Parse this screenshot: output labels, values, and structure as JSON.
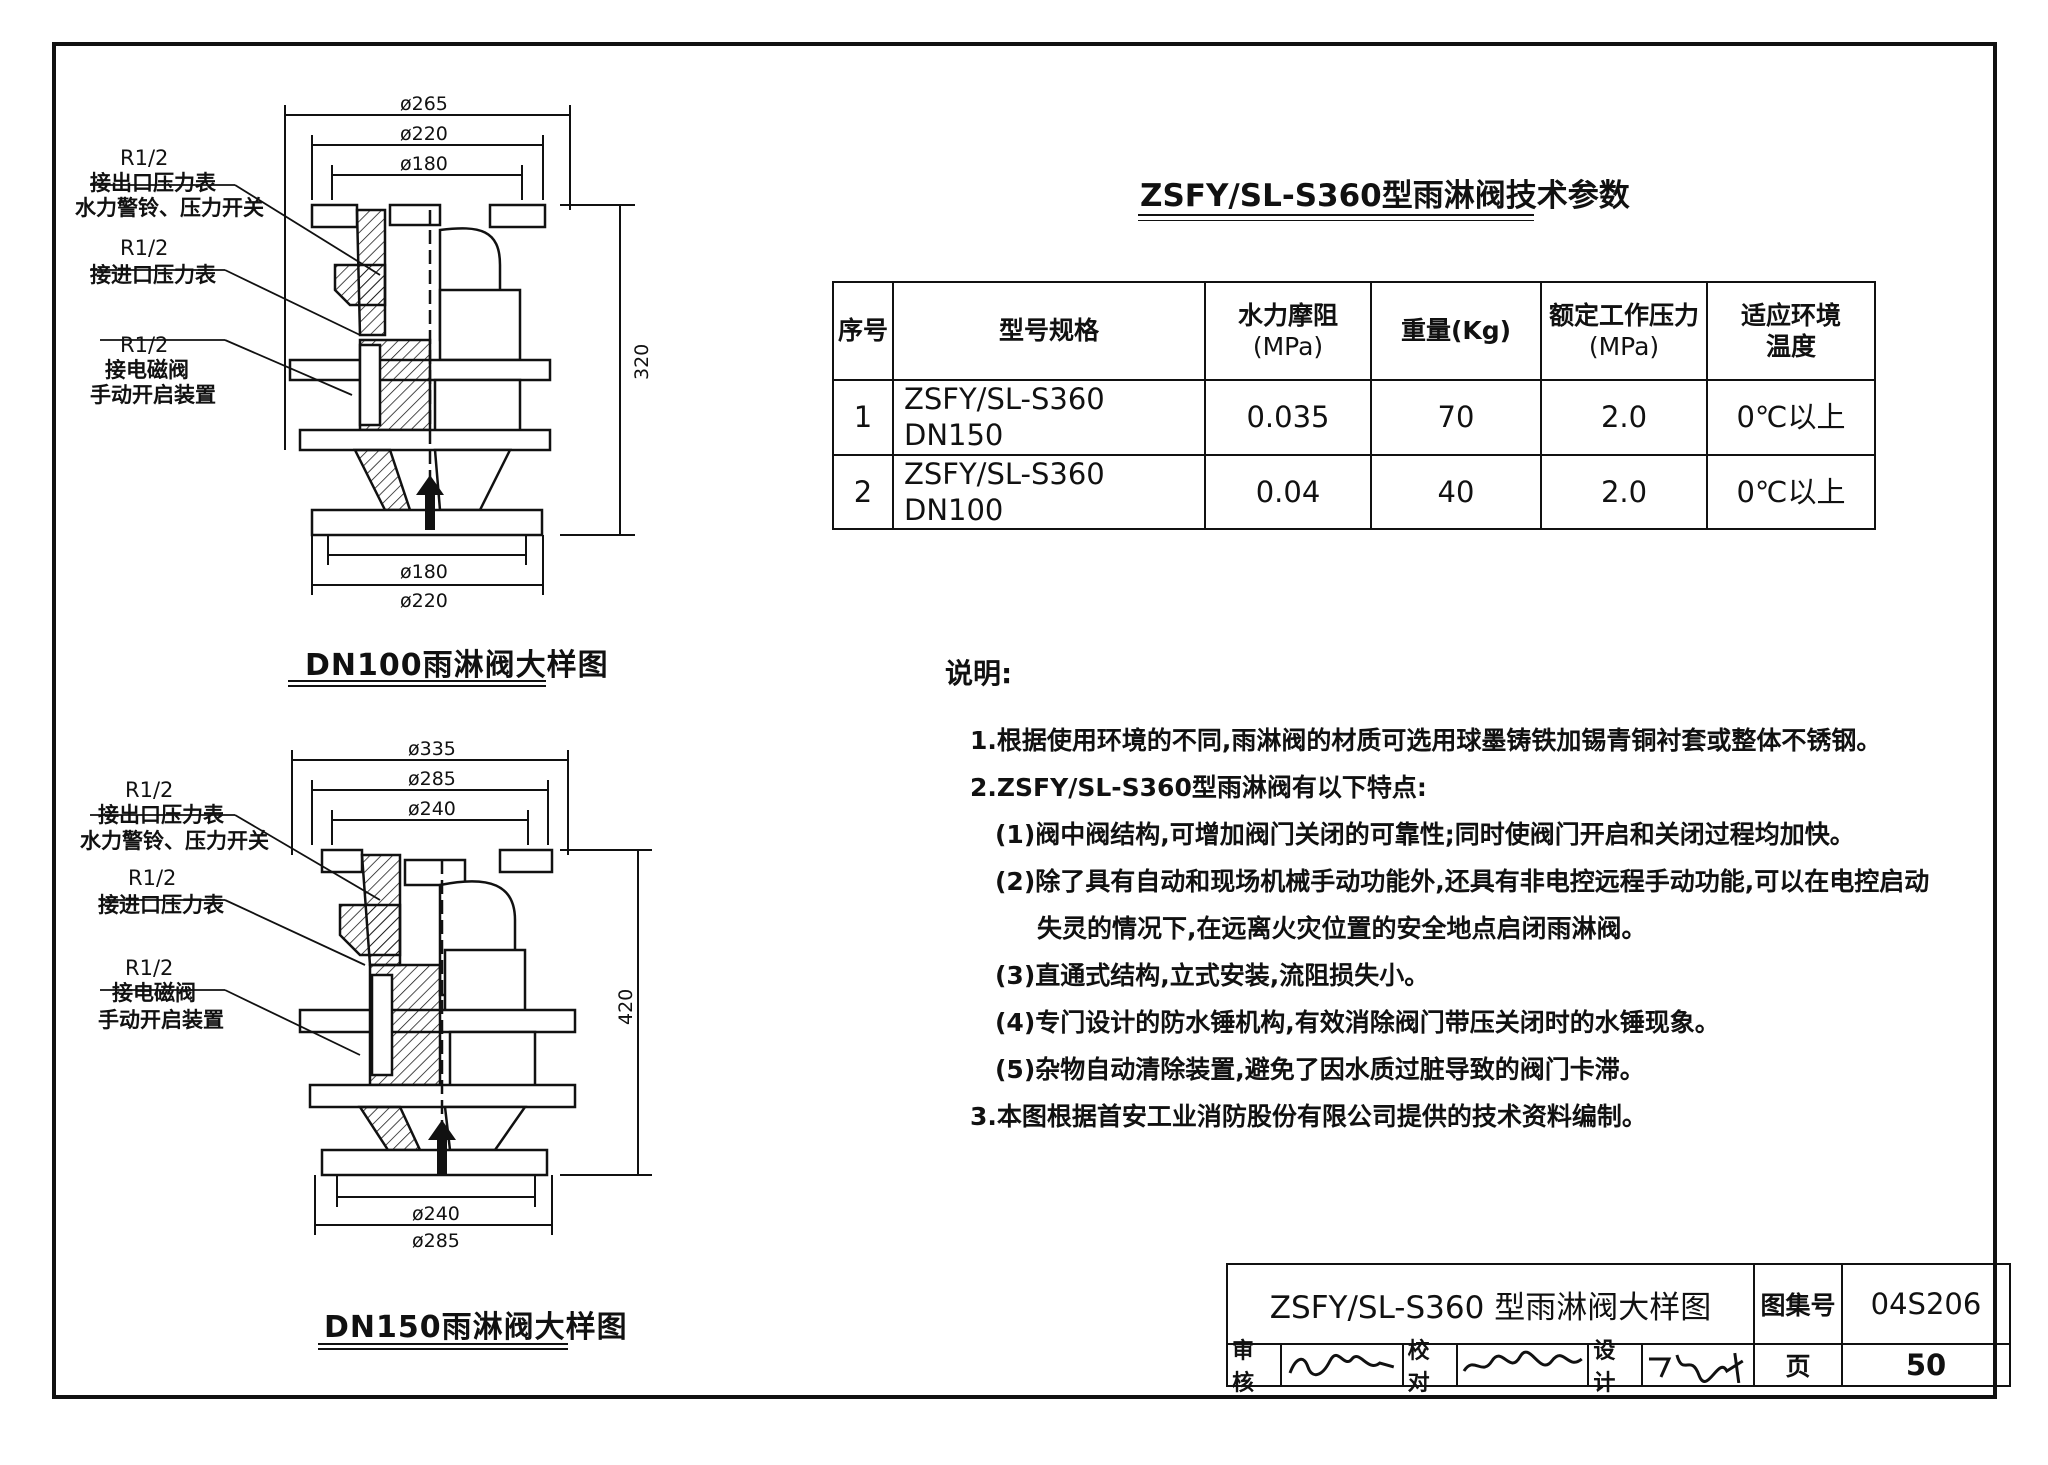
{
  "drawing_title": "ZSFY/SL-S360 型雨淋阀大样图",
  "atlas_label": "图集号",
  "atlas_no": "04S206",
  "page_label": "页",
  "page_no": "50",
  "review_label": "审核",
  "check_label": "校对",
  "design_label": "设计",
  "table": {
    "title": "ZSFY/SL-S360型雨淋阀技术参数",
    "headers": [
      "序号",
      "型号规格",
      "水力摩阻",
      "(MPa)",
      "重量(Kg)",
      "额定工作压力",
      "(MPa)",
      "适应环境",
      "温度"
    ],
    "rows": [
      [
        "1",
        "ZSFY/SL-S360 DN150",
        "0.035",
        "70",
        "2.0",
        "0℃以上"
      ],
      [
        "2",
        "ZSFY/SL-S360 DN100",
        "0.04",
        "40",
        "2.0",
        "0℃以上"
      ]
    ]
  },
  "notes": {
    "heading": "说明:",
    "items": [
      "1.根据使用环境的不同,雨淋阀的材质可选用球墨铸铁加锡青铜衬套或整体不锈钢。",
      "2.ZSFY/SL-S360型雨淋阀有以下特点:",
      "(1)阀中阀结构,可增加阀门关闭的可靠性;同时使阀门开启和关闭过程均加快。",
      "(2)除了具有自动和现场机械手动功能外,还具有非电控远程手动功能,可以在电控启动",
      "失灵的情况下,在远离火灾位置的安全地点启闭雨淋阀。",
      "(3)直通式结构,立式安装,流阻损失小。",
      "(4)专门设计的防水锤机构,有效消除阀门带压关闭时的水锤现象。",
      "(5)杂物自动清除装置,避免了因水质过脏导致的阀门卡滞。",
      "3.本图根据首安工业消防股份有限公司提供的技术资料编制。"
    ]
  },
  "dn100": {
    "caption": "DN100雨淋阀大样图",
    "d1": "ø265",
    "d2": "ø220",
    "d3": "ø180",
    "b1": "ø180",
    "b2": "ø220",
    "h": "320",
    "l1a": "R1/2",
    "l1b": "接出口压力表",
    "l1c": "水力警铃、压力开关",
    "l2a": "R1/2",
    "l2b": "接进口压力表",
    "l3a": "R1/2",
    "l3b": "接电磁阀",
    "l3c": "手动开启装置"
  },
  "dn150": {
    "caption": "DN150雨淋阀大样图",
    "d1": "ø335",
    "d2": "ø285",
    "d3": "ø240",
    "b1": "ø240",
    "b2": "ø285",
    "h": "420",
    "l1a": "R1/2",
    "l1b": "接出口压力表",
    "l1c": "水力警铃、压力开关",
    "l2a": "R1/2",
    "l2b": "接进口压力表",
    "l3a": "R1/2",
    "l3b": "接电磁阀",
    "l3c": "手动开启装置"
  }
}
